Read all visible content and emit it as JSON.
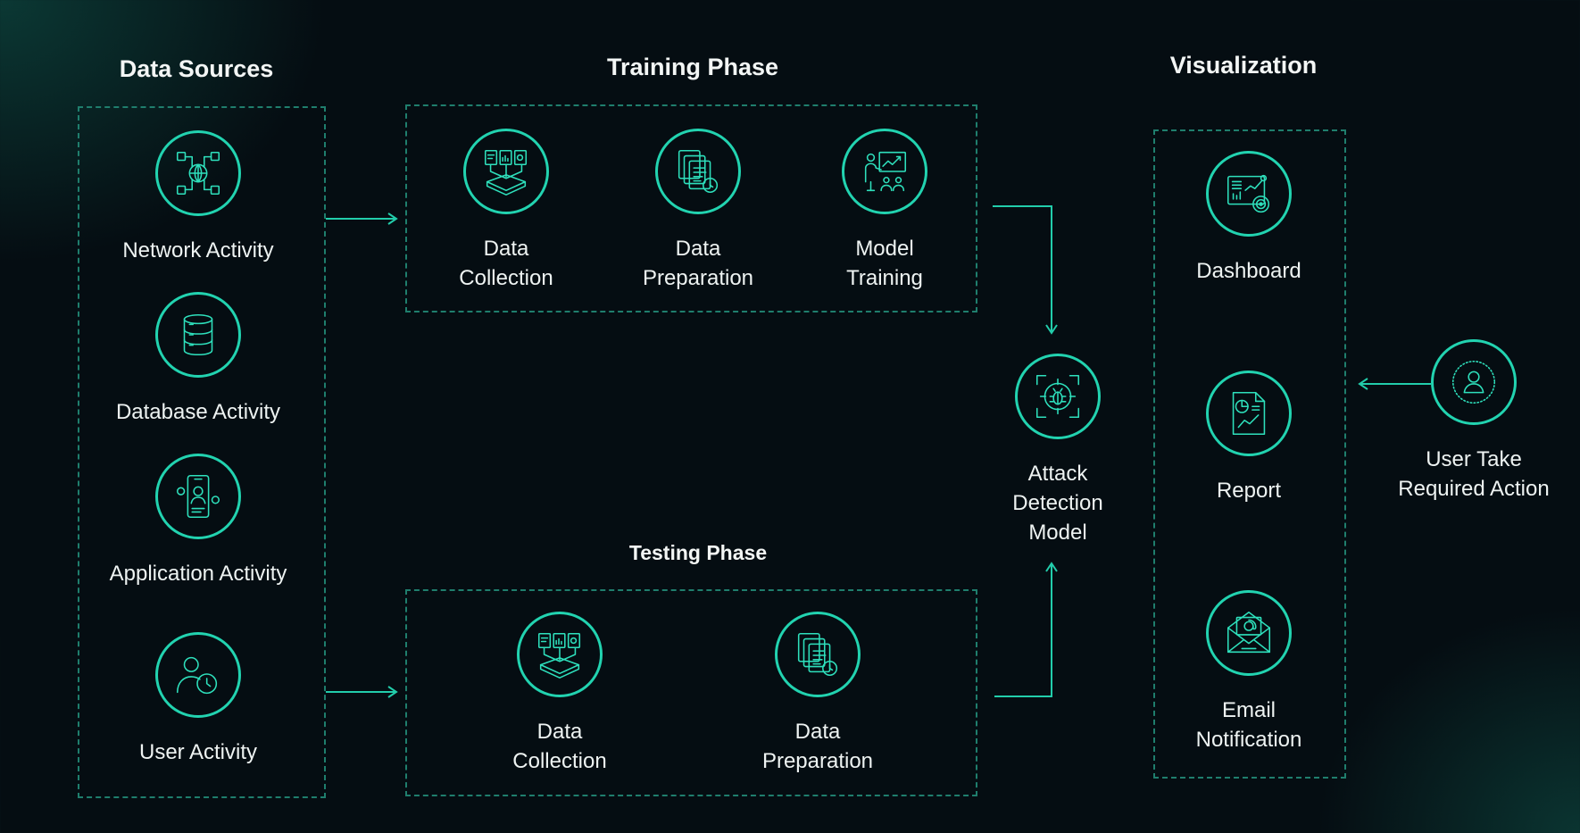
{
  "headings": {
    "data_sources": "Data Sources",
    "training_phase": "Training Phase",
    "testing_phase": "Testing Phase",
    "visualization": "Visualization"
  },
  "data_sources": [
    {
      "label": "Network Activity",
      "icon": "network-globe-icon"
    },
    {
      "label": "Database Activity",
      "icon": "database-icon"
    },
    {
      "label": "Application Activity",
      "icon": "mobile-app-user-icon"
    },
    {
      "label": "User Activity",
      "icon": "user-clock-icon"
    }
  ],
  "training": [
    {
      "label": "Data\nCollection",
      "icon": "data-collection-icon"
    },
    {
      "label": "Data\nPreparation",
      "icon": "data-preparation-icon"
    },
    {
      "label": "Model\nTraining",
      "icon": "model-training-icon"
    }
  ],
  "testing": [
    {
      "label": "Data\nCollection",
      "icon": "data-collection-icon"
    },
    {
      "label": "Data\nPreparation",
      "icon": "data-preparation-icon"
    }
  ],
  "model": {
    "label": "Attack\nDetection\nModel",
    "icon": "bug-target-icon"
  },
  "visualization": [
    {
      "label": "Dashboard",
      "icon": "dashboard-icon"
    },
    {
      "label": "Report",
      "icon": "report-icon"
    },
    {
      "label": "Email\nNotification",
      "icon": "email-icon"
    }
  ],
  "user_action": {
    "label": "User Take\nRequired Action",
    "icon": "user-icon"
  },
  "colors": {
    "accent": "#22d3b0",
    "border": "#1f7e6d",
    "background": "#050d12"
  }
}
